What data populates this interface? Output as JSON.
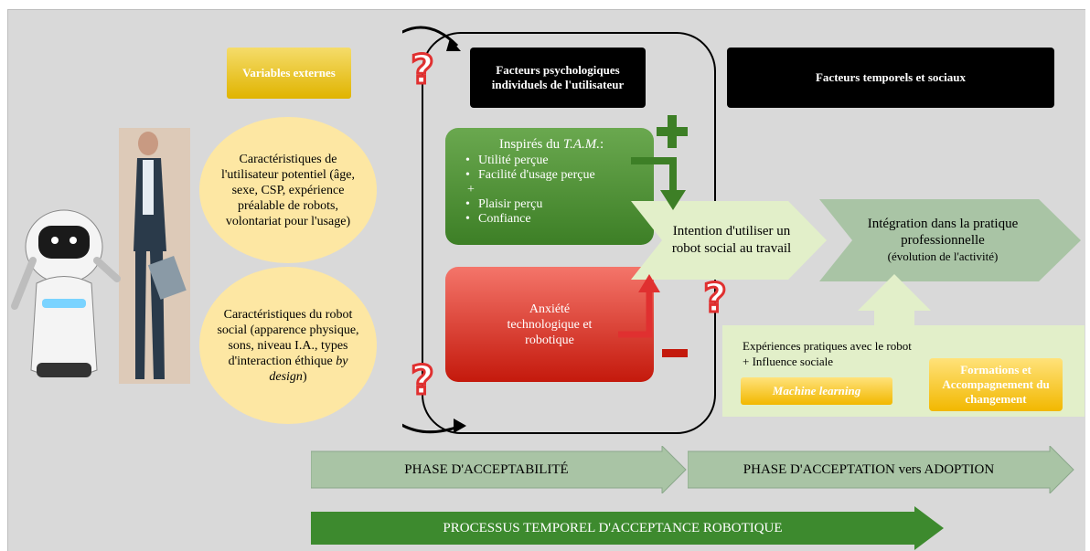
{
  "headers": {
    "variables_externes": "Variables externes",
    "facteurs_psychologiques": "Facteurs psychologiques individuels de l'utilisateur",
    "facteurs_temporels": "Facteurs temporels et sociaux"
  },
  "ovals": {
    "utilisateur": "Caractéristiques de l'utilisateur potentiel (âge, sexe, CSP, expérience préalable de robots, volontariat pour l'usage)",
    "robot_prefix": "Caractéristiques du robot social (apparence physique, sons, niveau I.A., types d'interaction éthique ",
    "robot_italic": "by design",
    "robot_suffix": ")"
  },
  "tam": {
    "title_prefix": "Inspirés du ",
    "title_italic": "T.A.M.",
    "title_suffix": ":",
    "items": [
      "Utilité perçue",
      "Facilité d'usage perçue",
      "+",
      "Plaisir perçu",
      "Confiance"
    ]
  },
  "anxiete": "Anxiété technologique et robotique",
  "intention": "Intention d'utiliser un robot social au travail",
  "integration": {
    "line1": "Intégration dans la pratique professionnelle",
    "line2": "(évolution de l'activité)"
  },
  "experiences": {
    "line1": "Expériences pratiques avec le robot",
    "line2": "+ Influence sociale",
    "machine_learning": "Machine learning",
    "formations": "Formations et Accompagnement du changement"
  },
  "phases": {
    "acceptabilite": "PHASE D'ACCEPTABILITÉ",
    "acceptation": "PHASE D'ACCEPTATION vers ADOPTION",
    "processus": "PROCESSUS TEMPOREL D'ACCEPTANCE ROBOTIQUE"
  },
  "signs": {
    "plus": "+",
    "minus": "−",
    "question": "?"
  },
  "colors": {
    "green": "#3d7f26",
    "red": "#c4190c",
    "yellow": "#e0b400",
    "light_green": "#e2efc9",
    "grey_green": "#a9c4a5"
  }
}
